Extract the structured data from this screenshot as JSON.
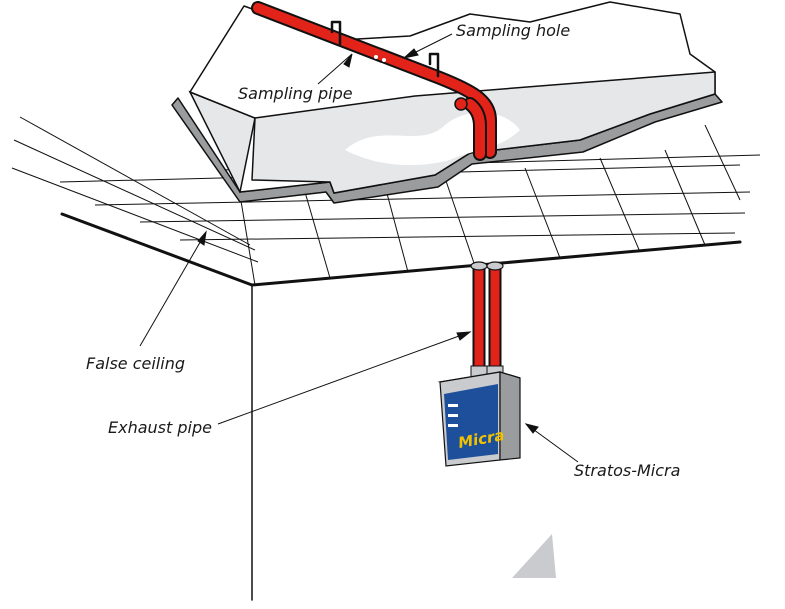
{
  "diagram": {
    "labels": {
      "sampling_hole": "Sampling hole",
      "sampling_pipe": "Sampling pipe",
      "false_ceiling": "False ceiling",
      "exhaust_pipe": "Exhaust pipe",
      "stratos_micra": "Stratos-Micra"
    },
    "device_brand": "Micra"
  },
  "colors": {
    "pipe": "#e2231a",
    "outline": "#111111",
    "slab_face": "#e6e7e8",
    "slab_edge": "#9a9c9e",
    "device_body": "#c9cbce",
    "device_panel": "#1d4f9a",
    "brand_text": "#f2c200"
  }
}
